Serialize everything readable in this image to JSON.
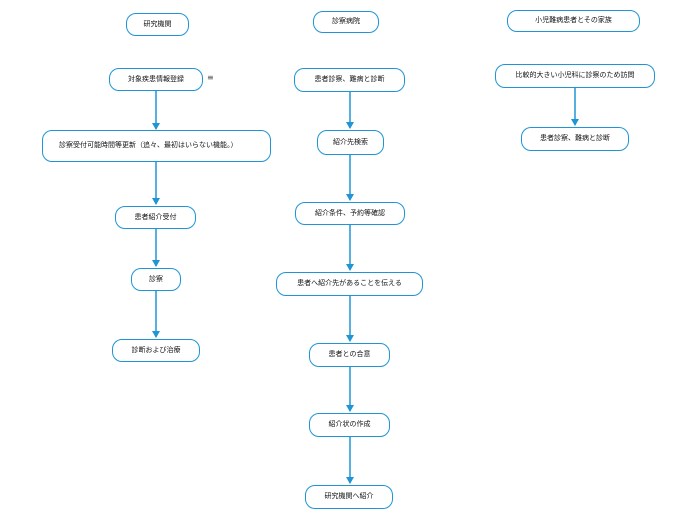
{
  "columns": {
    "research": {
      "header": "研究機関",
      "nodes": [
        "対象疾患情報登録",
        "診察受付可能時間等更新（追々、最初はいらない機能。）",
        "患者紹介受付",
        "診察",
        "診断および治療"
      ],
      "menu_glyph": "≡"
    },
    "hospital": {
      "header": "診察病院",
      "nodes": [
        "患者診察、難病と診断",
        "紹介先検索",
        "紹介条件、予約等確認",
        "患者へ紹介先があることを伝える",
        "患者との合意",
        "紹介状の作成",
        "研究機関へ紹介"
      ]
    },
    "family": {
      "header": "小児難病患者とその家族",
      "nodes": [
        "比較的大きい小児科に診察のため訪問",
        "患者診察、難病と診断"
      ]
    }
  },
  "colors": {
    "accent": "#1f95d6",
    "text": "#111111",
    "background": "#ffffff"
  }
}
